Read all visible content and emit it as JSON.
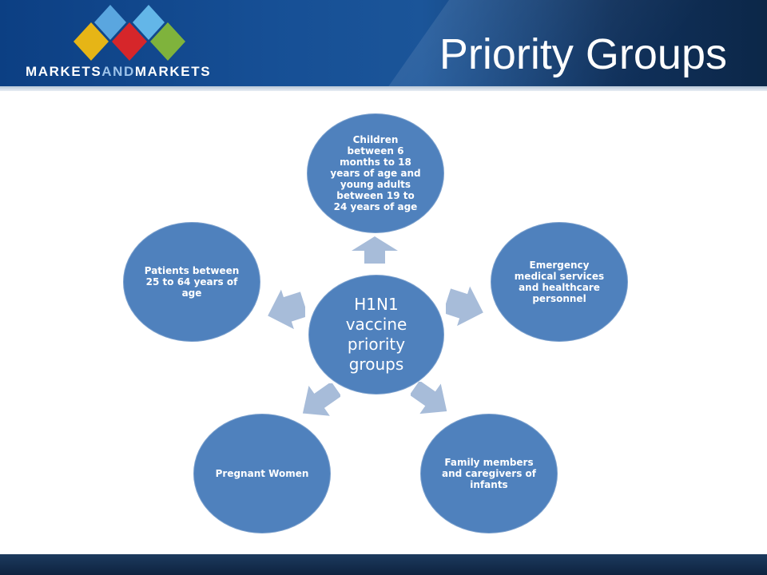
{
  "header": {
    "logo_part1": "MARKETS",
    "logo_part2": "AND",
    "logo_part3": "MARKETS",
    "title": "Priority Groups"
  },
  "colors": {
    "node_fill": "#4f81bd",
    "arrow_fill": "#a7bcd9",
    "logo_diamonds": [
      "#5aa6df",
      "#63b6e8",
      "#e6b516",
      "#d6262a",
      "#7fb33c"
    ]
  },
  "diagram": {
    "center": "H1N1 vaccine priority groups",
    "groups": [
      "Children between 6 months to 18 years of age and young adults between 19 to 24 years of age",
      "Emergency medical services and healthcare personnel",
      "Family members and caregivers of infants",
      "Pregnant Women",
      "Patients between 25 to 64 years of age"
    ]
  }
}
